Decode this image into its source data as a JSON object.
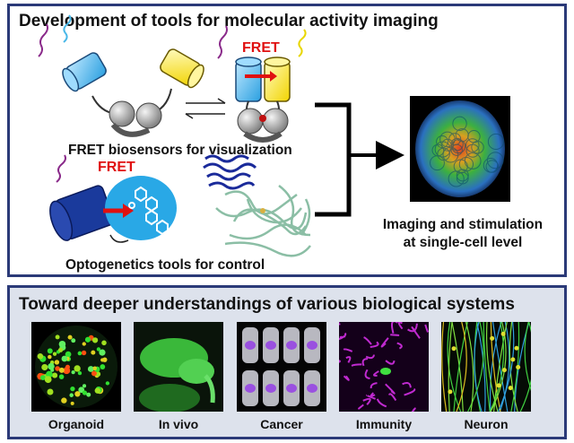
{
  "top": {
    "title": "Development of tools for molecular activity imaging",
    "fret_label_a": "FRET",
    "fret_label_b": "FRET",
    "caption_biosensors": "FRET biosensors for visualization",
    "caption_optogenetics": "Optogenetics tools for control",
    "caption_imaging_1": "Imaging and stimulation",
    "caption_imaging_2": "at single-cell level"
  },
  "bottom": {
    "title": "Toward deeper understandings of various biological systems",
    "images": [
      {
        "label": "Organoid"
      },
      {
        "label": "In vivo"
      },
      {
        "label": "Cancer"
      },
      {
        "label": "Immunity"
      },
      {
        "label": "Neuron"
      }
    ]
  },
  "colors": {
    "frame": "#2b3a78",
    "donor": "#6ec6f0",
    "acceptor": "#ffee33",
    "fret_text": "#e01010",
    "opto_cylinder": "#1a3a9c",
    "opto_blob": "#29a8e6"
  }
}
